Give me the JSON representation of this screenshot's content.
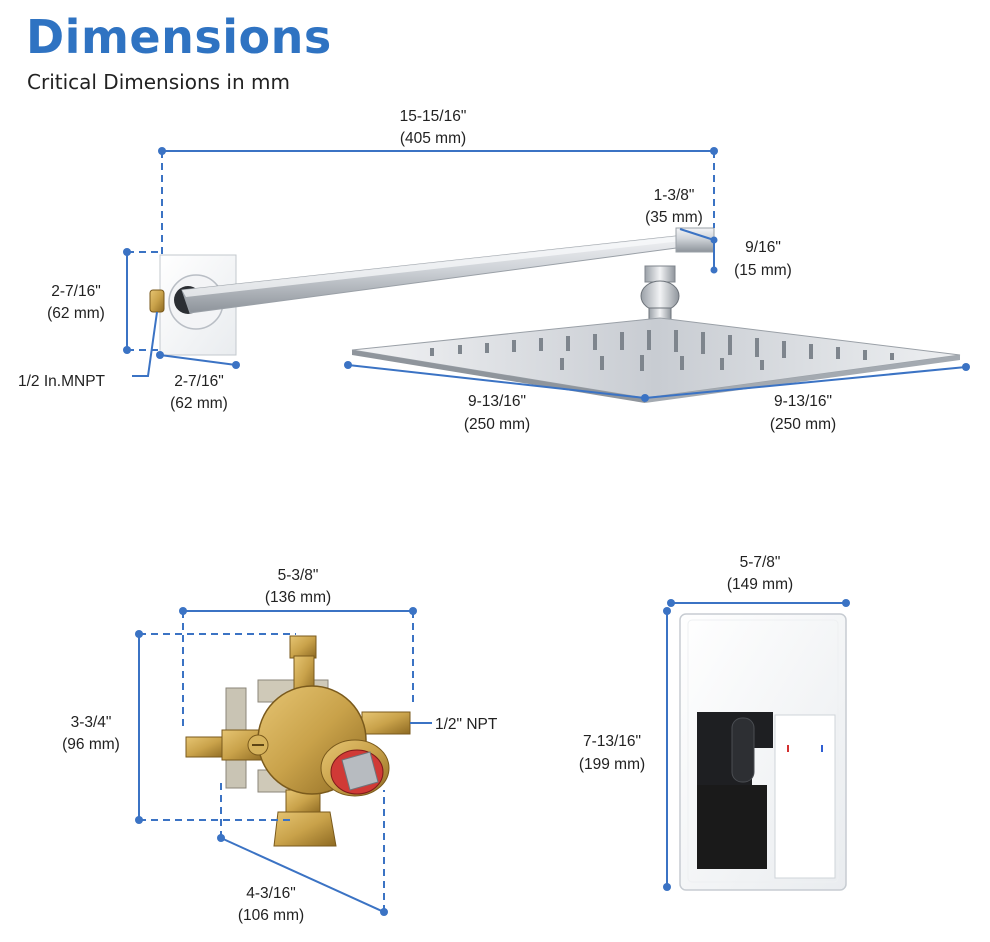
{
  "header": {
    "title": "Dimensions",
    "subtitle": "Critical Dimensions in mm"
  },
  "shower_arm": {
    "overall_length": {
      "in": "15-15/16\"",
      "mm": "(405 mm)"
    },
    "arm_end": {
      "in": "1-3/8\"",
      "mm": "(35 mm)"
    },
    "arm_thickness": {
      "in": "9/16\"",
      "mm": "(15 mm)"
    },
    "flange_height": {
      "in": "2-7/16\"",
      "mm": "(62 mm)"
    },
    "flange_width": {
      "in": "2-7/16\"",
      "mm": "(62 mm)"
    },
    "thread": "1/2 In.MNPT"
  },
  "shower_head": {
    "side_a": {
      "in": "9-13/16\"",
      "mm": "(250 mm)"
    },
    "side_b": {
      "in": "9-13/16\"",
      "mm": "(250 mm)"
    }
  },
  "valve": {
    "width": {
      "in": "5-3/8\"",
      "mm": "(136 mm)"
    },
    "height": {
      "in": "3-3/4\"",
      "mm": "(96 mm)"
    },
    "depth": {
      "in": "4-3/16\"",
      "mm": "(106 mm)"
    },
    "port": "1/2\" NPT"
  },
  "trim_plate": {
    "width": {
      "in": "5-7/8\"",
      "mm": "(149 mm)"
    },
    "height": {
      "in": "7-13/16\"",
      "mm": "(199 mm)"
    }
  },
  "colors": {
    "title_blue": "#2f73c2",
    "dimension_blue": "#3b73c4",
    "brass": "#c9a24a",
    "chrome": "#d9dde2",
    "black_handle": "#1a1a1a",
    "hot_marker": "#d32f2f",
    "cold_marker": "#2f5fd3"
  }
}
